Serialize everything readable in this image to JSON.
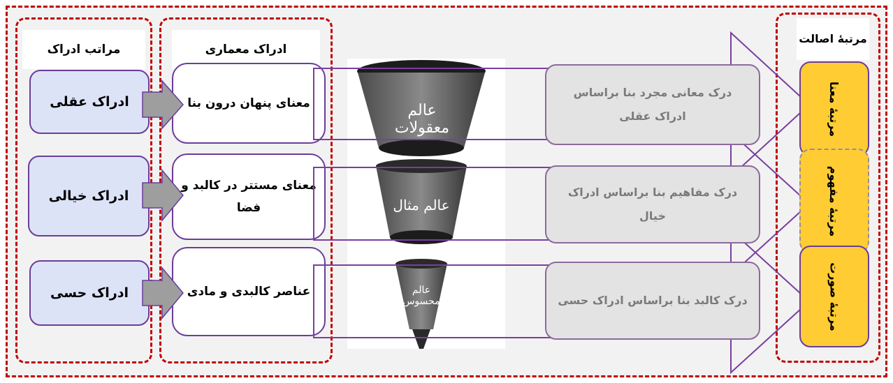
{
  "perception_levels": {
    "header": "مراتب ادراک",
    "items": [
      "ادراک عقلی",
      "ادراک خیالی",
      "ادراک حسی"
    ]
  },
  "architectural_perception": {
    "header": "ادراک معماری",
    "items": [
      "معنای پنهان درون بنا",
      "معنای مستتر در کالبد و فضا",
      "عناصر کالبدی و مادی"
    ]
  },
  "worlds": {
    "items": [
      "عالم معقولات",
      "عالم مثال",
      "عالم محسوس"
    ]
  },
  "descriptions": {
    "items": [
      "درک معانی مجرد بنا براساس ادراک عقلی",
      "درک مفاهیم بنا براساس ادراک خیال",
      "درک کالبد بنا براساس ادراک حسی"
    ]
  },
  "originality": {
    "header": "مرتبۀ اصالت",
    "items": [
      "مرتبۀ معنا",
      "مرتبۀ مفهوم",
      "مرتبۀ صورت"
    ]
  },
  "colors": {
    "frame": "#c00000",
    "blue_box": "#dde3f7",
    "gold_box": "#ffcc33",
    "outline": "#6a3d9a",
    "arrow": "#9e9e9e",
    "funnel": "#5a5a5a"
  }
}
